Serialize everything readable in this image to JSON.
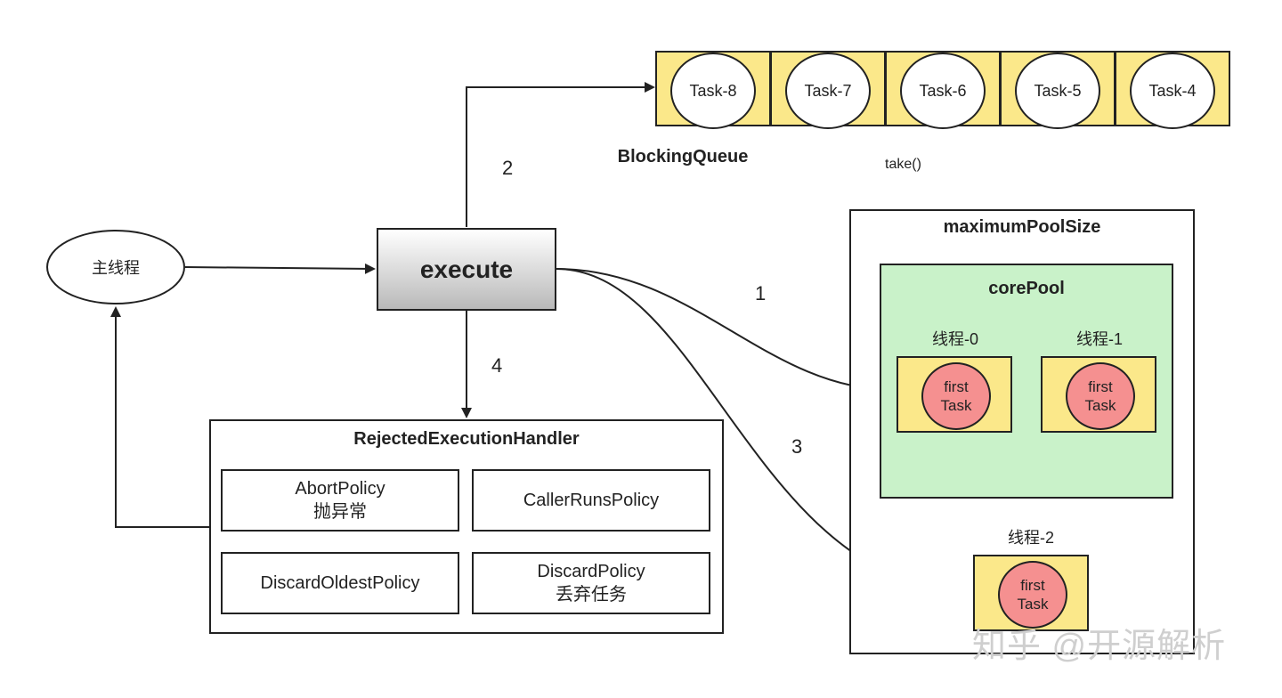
{
  "queue": {
    "tasks": [
      "Task-8",
      "Task-7",
      "Task-6",
      "Task-5",
      "Task-4"
    ],
    "name": "BlockingQueue",
    "take_label": "take()"
  },
  "main_thread": {
    "label": "主线程"
  },
  "execute": {
    "label": "execute"
  },
  "steps": {
    "step1": "1",
    "step2": "2",
    "step3": "3",
    "step4": "4"
  },
  "handler": {
    "title": "RejectedExecutionHandler",
    "policies": [
      {
        "name": "AbortPolicy",
        "desc": "抛异常"
      },
      {
        "name": "CallerRunsPolicy",
        "desc": ""
      },
      {
        "name": "DiscardOldestPolicy",
        "desc": ""
      },
      {
        "name": "DiscardPolicy",
        "desc": "丢弃任务"
      }
    ]
  },
  "pool": {
    "max_title": "maximumPoolSize",
    "core_title": "corePool",
    "workers": [
      {
        "label": "线程-0",
        "task_line1": "first",
        "task_line2": "Task"
      },
      {
        "label": "线程-1",
        "task_line1": "first",
        "task_line2": "Task"
      },
      {
        "label": "线程-2",
        "task_line1": "first",
        "task_line2": "Task"
      }
    ]
  },
  "watermark": "知乎 @开源解析"
}
